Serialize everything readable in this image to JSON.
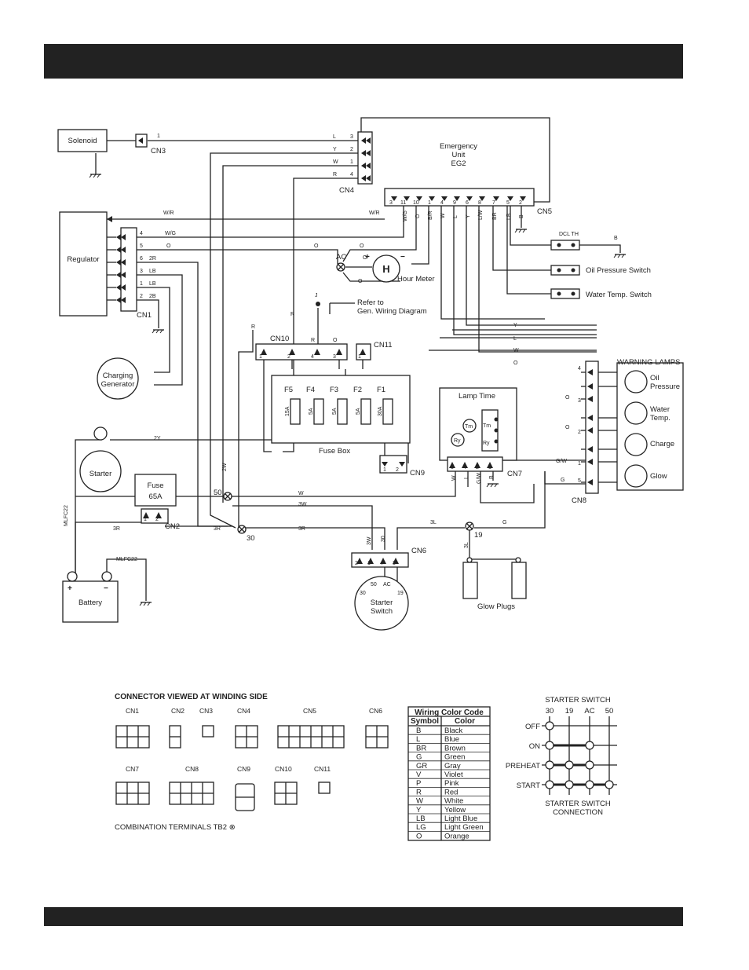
{
  "components": {
    "solenoid": "Solenoid",
    "emergency_unit": [
      "Emergency",
      "Unit",
      "EG2"
    ],
    "regulator": "Regulator",
    "charging_generator": [
      "Charging",
      "Generator"
    ],
    "starter": "Starter",
    "fuse": [
      "Fuse",
      "65A"
    ],
    "battery": "Battery",
    "starter_switch": [
      "Starter",
      "Switch"
    ],
    "hour_meter": "Hour Meter",
    "hour_meter_h": "H",
    "fuse_box": "Fuse Box",
    "lamp_time": "Lamp Time",
    "glow_plugs": "Glow Plugs",
    "warning_lamps": "WARNING LAMPS",
    "oil_pressure_switch": "Oil Pressure Switch",
    "water_temp_switch": "Water Temp. Switch",
    "dcl_th": "DCL TH",
    "refer_to": [
      "Refer to",
      "Gen. Wiring Diagram"
    ],
    "lamps": [
      [
        "Oil",
        "Pressure"
      ],
      [
        "Water",
        "Temp."
      ],
      [
        "Charge"
      ],
      [
        "Glow"
      ]
    ],
    "ry": "Ry",
    "tm": "Tm"
  },
  "connectors": [
    "CN1",
    "CN2",
    "CN3",
    "CN4",
    "CN5",
    "CN6",
    "CN7",
    "CN8",
    "CN9",
    "CN10",
    "CN11"
  ],
  "fuses": {
    "names": [
      "F5",
      "F4",
      "F3",
      "F2",
      "F1"
    ],
    "ratings": [
      "15A",
      "5A",
      "5A",
      "5A",
      "30A"
    ]
  },
  "cn5_pins": [
    "3",
    "11",
    "10",
    "1",
    "4",
    "9",
    "6",
    "8",
    "7",
    "5",
    "2"
  ],
  "cn5_wires": [
    "W/G",
    "O",
    "B/R",
    "W",
    "L",
    "Y",
    "L/W",
    "BR",
    "LB",
    "B"
  ],
  "cn1_pins": [
    "4",
    "5",
    "6",
    "3",
    "1",
    "2"
  ],
  "cn1_wires": [
    "W/G",
    "O",
    "2R",
    "LB",
    "LB",
    "2B"
  ],
  "cn4_pins": [
    "3",
    "2",
    "1",
    "4"
  ],
  "cn4_wires": [
    "L",
    "Y",
    "W",
    "R"
  ],
  "terminals": [
    "AC",
    "50",
    "30",
    "19"
  ],
  "wire_labels": {
    "wr": "W/R",
    "wg": "W/G",
    "o": "O",
    "r": "R",
    "j": "J",
    "y": "Y",
    "l": "L",
    "w": "W",
    "g": "G",
    "b": "B",
    "gw": "G/W",
    "twoY": "2Y",
    "twoW": "2W",
    "threeW": "3W",
    "threeR": "3R",
    "threeL": "3L",
    "thirty": "30",
    "mlfc": "MLFC22",
    "one": "1",
    "two": "2",
    "four": "4",
    "three": "3",
    "plus": "+",
    "minus": "−"
  },
  "switch_terms": [
    "30",
    "50",
    "AC",
    "19"
  ],
  "connector_view": {
    "title": "CONNECTOR VIEWED AT WINDING SIDE",
    "combination": "COMBINATION TERMINALS  TB2 ⊗"
  },
  "color_code": {
    "title": "Wiring Color Code",
    "headers": [
      "Symbol",
      "Color"
    ],
    "rows": [
      [
        "B",
        "Black"
      ],
      [
        "L",
        "Blue"
      ],
      [
        "BR",
        "Brown"
      ],
      [
        "G",
        "Green"
      ],
      [
        "GR",
        "Gray"
      ],
      [
        "V",
        "Violet"
      ],
      [
        "P",
        "Pink"
      ],
      [
        "R",
        "Red"
      ],
      [
        "W",
        "White"
      ],
      [
        "Y",
        "Yellow"
      ],
      [
        "LB",
        "Light Blue"
      ],
      [
        "LG",
        "Light Green"
      ],
      [
        "O",
        "Orange"
      ]
    ]
  },
  "starter_switch_chart": {
    "title": "STARTER SWITCH",
    "columns": [
      "30",
      "19",
      "AC",
      "50"
    ],
    "positions": [
      "OFF",
      "ON",
      "PREHEAT",
      "START"
    ],
    "caption": [
      "STARTER SWITCH",
      "CONNECTION"
    ]
  }
}
